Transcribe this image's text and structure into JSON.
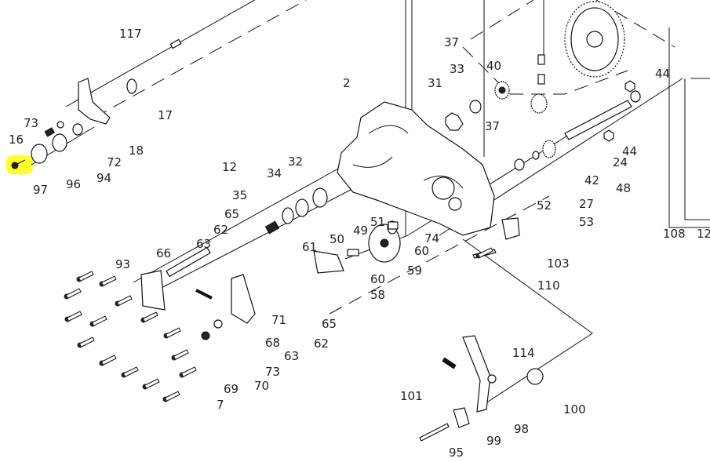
{
  "diagram": {
    "highlight_color": "#ffff33",
    "highlighted_part": "97",
    "callouts": [
      "117",
      "17",
      "18",
      "72",
      "73",
      "16",
      "94",
      "96",
      "97",
      "2",
      "12",
      "34",
      "32",
      "35",
      "65",
      "62",
      "66",
      "63",
      "93",
      "61",
      "50",
      "49",
      "51",
      "60",
      "74",
      "59",
      "60",
      "58",
      "71",
      "65",
      "62",
      "63",
      "68",
      "73",
      "70",
      "69",
      "7",
      "37",
      "33",
      "31",
      "40",
      "37",
      "44",
      "44",
      "24",
      "48",
      "42",
      "27",
      "52",
      "53",
      "108",
      "12",
      "103",
      "110",
      "114",
      "101",
      "100",
      "98",
      "99",
      "95"
    ]
  }
}
